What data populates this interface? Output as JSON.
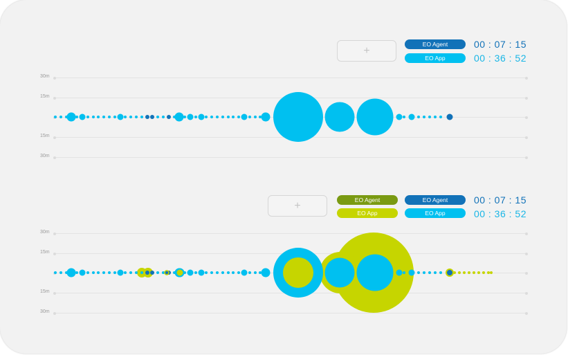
{
  "colors": {
    "agent_blue": "#1272b8",
    "app_cyan": "#00c0f0",
    "agent_green": "#7a9a12",
    "app_lime": "#c6d500",
    "timer_agent": "#1272b8",
    "timer_app": "#19b6e6"
  },
  "add_icon": "plus-icon",
  "axis_labels": {
    "top_30": "30m",
    "top_15": "15m",
    "bottom_15": "15m",
    "bottom_30": "30m"
  },
  "panel1": {
    "add_label": "+",
    "legend_agent": "EO Agent",
    "legend_app": "EO App",
    "timer_agent": "00 : 07 : 15",
    "timer_app": "00 : 36 : 52"
  },
  "panel2": {
    "add_label": "+",
    "legend_agent_b": "EO Agent",
    "legend_app_b": "EO App",
    "legend_agent": "EO Agent",
    "legend_app": "EO App",
    "timer_agent": "00 : 07 : 15",
    "timer_app": "00 : 36 : 52"
  }
}
